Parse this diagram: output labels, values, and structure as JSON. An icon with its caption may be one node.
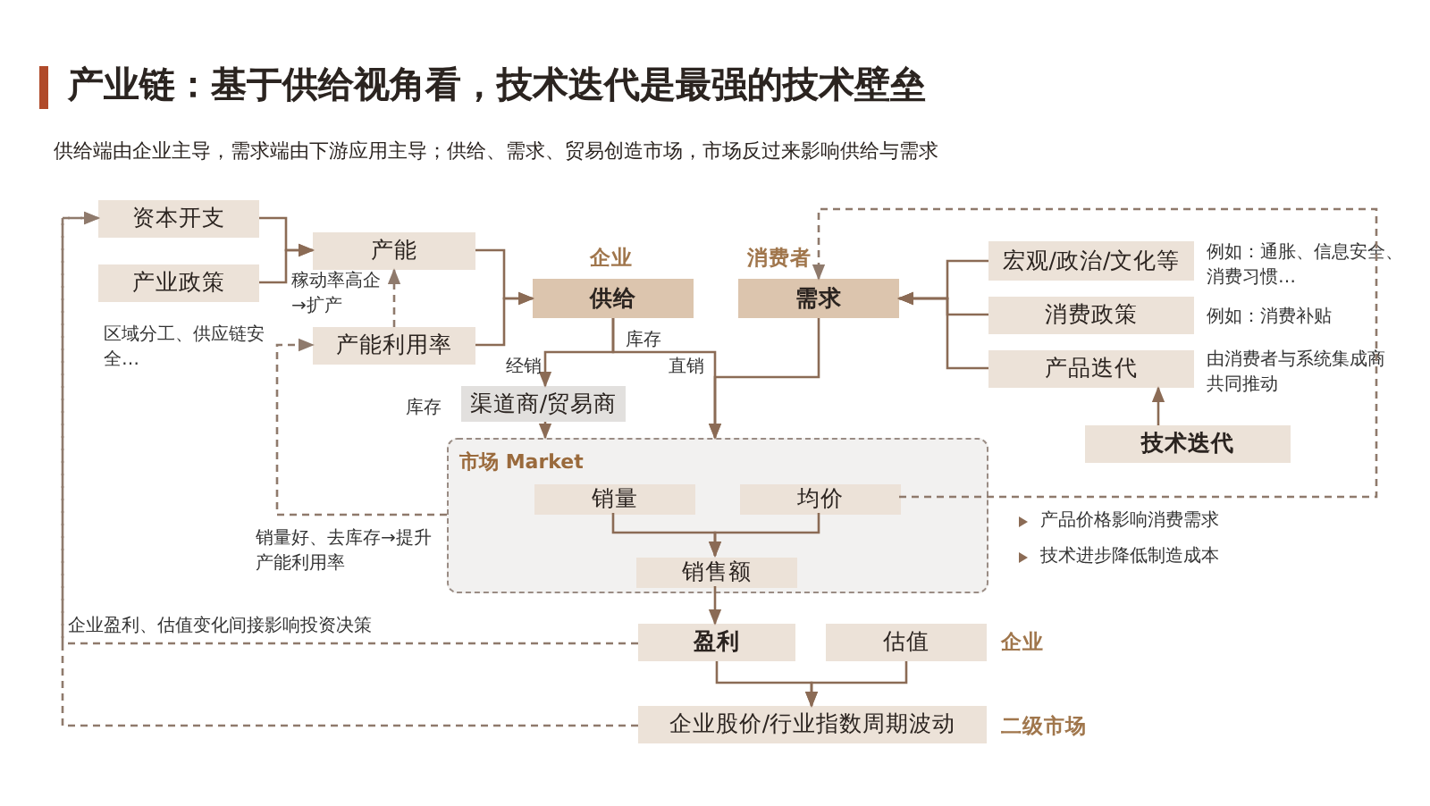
{
  "diagram": {
    "title": "产业链：基于供给视角看，技术迭代是最强的技术壁垒",
    "caption": "供给端由企业主导，需求端由下游应用主导；供给、需求、贸易创造市场，市场反过来影响供给与需求",
    "nodes": [
      {
        "text": [
          "资本开支"
        ]
      },
      {
        "text": [
          "产业政策"
        ],
        "beside": [
          "区域分工、供应链安全…"
        ]
      },
      {
        "text": [
          "产能"
        ]
      },
      {
        "text": [
          "产能利用率"
        ]
      },
      {
        "text": [
          "供给"
        ],
        "beside": [
          "企业"
        ]
      },
      {
        "text": [
          "需求"
        ],
        "beside": [
          "消费者"
        ]
      },
      {
        "text": [
          "宏观/政治/文化等"
        ],
        "beside": [
          "例如：通胀、信息安全、消费习惯…"
        ]
      },
      {
        "text": [
          "消费政策"
        ],
        "beside": [
          "例如：消费补贴"
        ]
      },
      {
        "text": [
          "产品迭代"
        ],
        "beside": [
          "由消费者与系统集成商共同推动"
        ]
      },
      {
        "text": [
          "技术迭代"
        ]
      },
      {
        "text": [
          "渠道商/贸易商"
        ]
      },
      {
        "text": [
          "市场 Market"
        ]
      },
      {
        "text": [
          "销量"
        ],
        "in": 11
      },
      {
        "text": [
          "均价"
        ],
        "in": 11
      },
      {
        "text": [
          "销售额"
        ],
        "in": 11
      },
      {
        "text": [
          "盈利"
        ]
      },
      {
        "text": [
          "估值"
        ],
        "beside": [
          "企业"
        ]
      },
      {
        "text": [
          "企业股价/行业指数周期波动"
        ],
        "beside": [
          "二级市场"
        ]
      }
    ],
    "edges": [
      {
        "from": 0,
        "to": 2,
        "arrow": "to"
      },
      {
        "from": 1,
        "to": 2,
        "arrow": "to"
      },
      {
        "from": 3,
        "to": 2,
        "arrow": "to",
        "style": "dashed",
        "label": "稼动率高企→扩产"
      },
      {
        "from": 2,
        "to": 4,
        "arrow": "to"
      },
      {
        "from": 3,
        "to": 4,
        "arrow": "to"
      },
      {
        "from": 4,
        "to": 10,
        "arrow": "to",
        "label": "经销"
      },
      {
        "from": 4,
        "to": 11,
        "arrow": "to",
        "label": "直销"
      },
      {
        "from": 10,
        "to": 11,
        "arrow": "to"
      },
      {
        "from": 5,
        "to": 11,
        "arrow": "to"
      },
      {
        "from": 6,
        "to": 5,
        "arrow": "to"
      },
      {
        "from": 7,
        "to": 5,
        "arrow": "to"
      },
      {
        "from": 8,
        "to": 5,
        "arrow": "to"
      },
      {
        "from": 9,
        "to": 8,
        "arrow": "to"
      },
      {
        "from": 12,
        "to": 14,
        "arrow": "to"
      },
      {
        "from": 13,
        "to": 14,
        "arrow": "to"
      },
      {
        "from": 14,
        "to": 15,
        "arrow": "to"
      },
      {
        "from": 15,
        "to": 17,
        "arrow": "to"
      },
      {
        "from": 16,
        "to": 17,
        "arrow": "to"
      },
      {
        "from": 13,
        "to": 5,
        "arrow": "to",
        "style": "dashed"
      },
      {
        "from": 11,
        "to": 3,
        "arrow": "to",
        "style": "dashed",
        "label": "销量好、去库存→提升产能利用率"
      },
      {
        "from": 15,
        "to": 0,
        "arrow": "to",
        "style": "dashed",
        "label": "企业盈利、估值变化间接影响投资决策"
      },
      {
        "from": 17,
        "to": 0,
        "arrow": "to",
        "style": "dashed"
      }
    ],
    "labels": [
      "库存",
      "库存",
      "产品价格影响消费需求",
      "技术进步降低制造成本"
    ]
  }
}
